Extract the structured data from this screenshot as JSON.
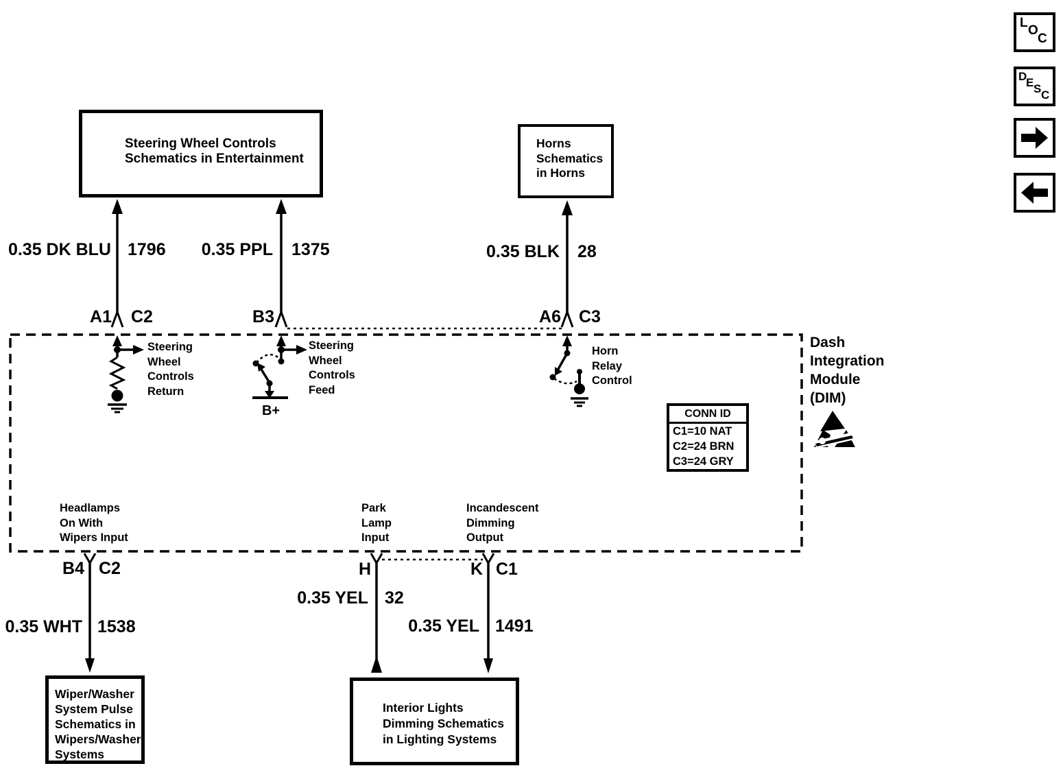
{
  "nav_buttons": {
    "loc": [
      "L",
      "O",
      "C"
    ],
    "desc": [
      "D",
      "E",
      "S",
      "C"
    ]
  },
  "boxes": {
    "steering": [
      "Steering Wheel Controls",
      "Schematics in Entertainment"
    ],
    "horns": [
      "Horns",
      "Schematics",
      "in Horns"
    ],
    "wiper": [
      "Wiper/Washer",
      "System Pulse",
      "Schematics in",
      "Wipers/Washer",
      "Systems"
    ],
    "interior": [
      "Interior Lights",
      "Dimming Schematics",
      "in Lighting Systems"
    ]
  },
  "wires": {
    "dk_blu": {
      "label": "0.35 DK BLU",
      "circuit": "1796",
      "pin": "A1",
      "connector": "C2"
    },
    "ppl": {
      "label": "0.35 PPL",
      "circuit": "1375",
      "pin": "B3"
    },
    "blk": {
      "label": "0.35 BLK",
      "circuit": "28",
      "pin": "A6",
      "connector": "C3"
    },
    "wht": {
      "label": "0.35 WHT",
      "circuit": "1538",
      "pin": "B4",
      "connector": "C2"
    },
    "yel32": {
      "label": "0.35 YEL",
      "circuit": "32",
      "pin": "H"
    },
    "yel1491": {
      "label": "0.35 YEL",
      "circuit": "1491",
      "pin": "K",
      "connector": "C1"
    }
  },
  "module": {
    "title": [
      "Dash",
      "Integration",
      "Module",
      "(DIM)"
    ],
    "return_label": [
      "Steering",
      "Wheel",
      "Controls",
      "Return"
    ],
    "feed_label": [
      "Steering",
      "Wheel",
      "Controls",
      "Feed"
    ],
    "bplus": "B+",
    "horn_label": [
      "Horn",
      "Relay",
      "Control"
    ],
    "headlamps_label": [
      "Headlamps",
      "On With",
      "Wipers Input"
    ],
    "park_label": [
      "Park",
      "Lamp",
      "Input"
    ],
    "incandescent_label": [
      "Incandescent",
      "Dimming",
      "Output"
    ],
    "conn_id": {
      "header": "CONN ID",
      "rows": [
        "C1=10 NAT",
        "C2=24 BRN",
        "C3=24 GRY"
      ]
    }
  },
  "colors": {
    "ink": "#000000",
    "paper": "#ffffff"
  }
}
